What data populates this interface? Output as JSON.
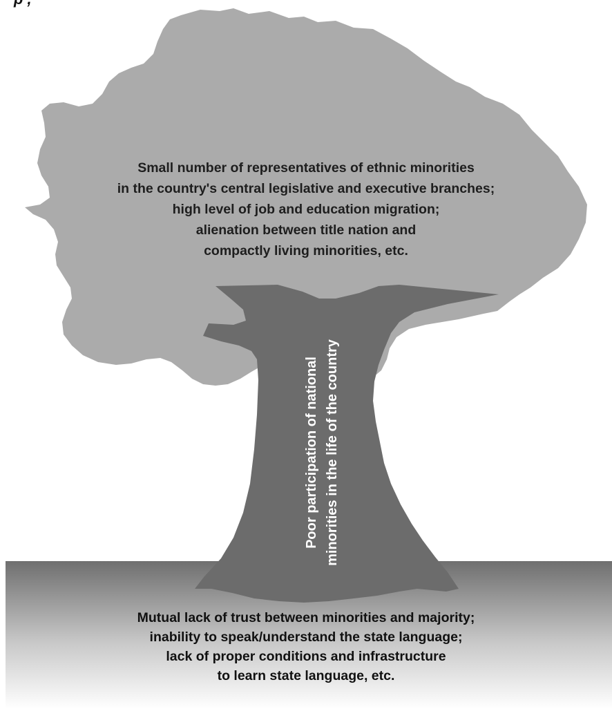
{
  "header_fragment": "p            ,",
  "crown": {
    "lines": [
      "Small number of representatives of ethnic minorities",
      "in the country's central legislative and executive branches;",
      "high level of job and education migration;",
      "alienation between title nation and",
      "compactly living minorities, etc."
    ]
  },
  "trunk": {
    "lines": [
      "Poor participation of national",
      "minorities in the life of the country"
    ]
  },
  "roots": {
    "lines": [
      "Mutual lack of trust between minorities and majority;",
      "inability to speak/understand the state language;",
      "lack of proper conditions and infrastructure",
      "to learn state language, etc."
    ]
  },
  "colors": {
    "crown": "#ababab",
    "trunk": "#6c6c6c",
    "ground_top": "#6f6f6f",
    "ground_bottom": "#ffffff"
  }
}
